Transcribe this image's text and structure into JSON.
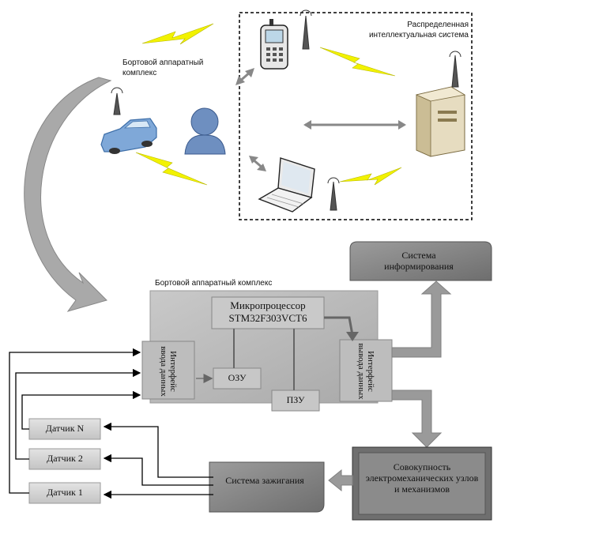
{
  "top": {
    "onboard_label": "Бортовой аппаратный комплекс",
    "distributed_label": "Распределенная интеллектуальная система"
  },
  "bottom": {
    "onboard_complex_title": "Бортовой аппаратный комплекс",
    "microprocessor": "Микропроцессор",
    "mcu_model": "STM32F303VCT6",
    "ram": "ОЗУ",
    "rom": "ПЗУ",
    "input_interface": "Интерфейс ввода данных",
    "output_interface": "Интерфейс вывода данных",
    "informing_system": "Система информирования",
    "electromech_units": "Совокупность электромеханических узлов и механизмов",
    "ignition_system": "Система зажигания",
    "sensors": [
      "Датчик N",
      "Датчик 2",
      "Датчик 1"
    ]
  },
  "colors": {
    "block_gray": "#8a8a8a",
    "panel_gray": "#b9b9b9",
    "lightning": "#f2f200",
    "arrow_gray": "#9a9a9a"
  },
  "icons": [
    "car-icon",
    "person-icon",
    "phone-icon",
    "server-icon",
    "laptop-icon",
    "antenna-icon",
    "lightning-icon"
  ]
}
